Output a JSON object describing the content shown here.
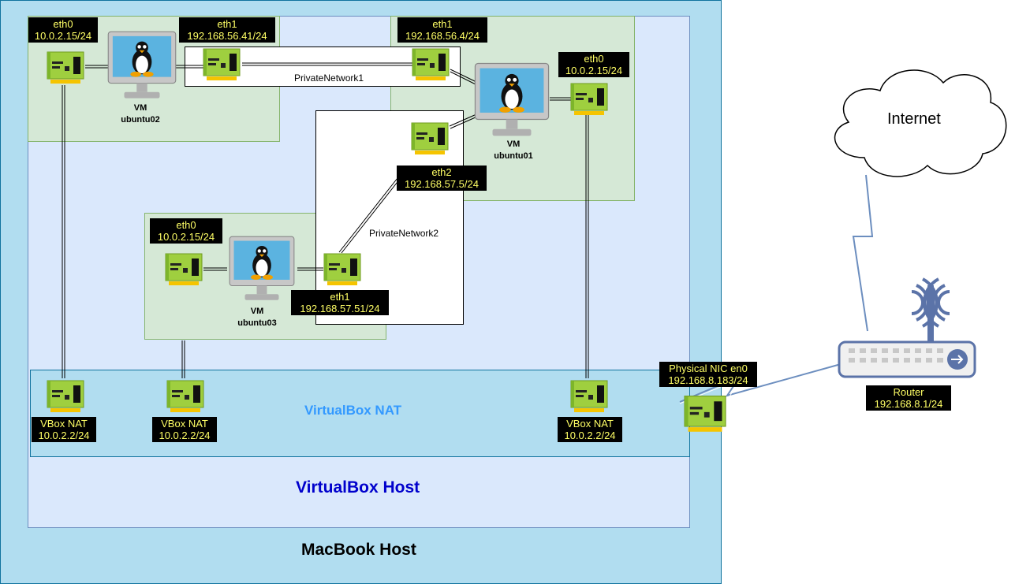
{
  "containers": {
    "macbook_host": "MacBook Host",
    "virtualbox_host": "VirtualBox Host",
    "virtualbox_nat": "VirtualBox NAT",
    "private_network_1": "PrivateNetwork1",
    "private_network_2": "PrivateNetwork2",
    "internet": "Internet"
  },
  "vms": {
    "ubuntu02": {
      "type": "VM",
      "name": "ubuntu02"
    },
    "ubuntu01": {
      "type": "VM",
      "name": "ubuntu01"
    },
    "ubuntu03": {
      "type": "VM",
      "name": "ubuntu03"
    }
  },
  "interfaces": {
    "u02_eth0": {
      "name": "eth0",
      "ip": "10.0.2.15/24"
    },
    "u02_eth1": {
      "name": "eth1",
      "ip": "192.168.56.41/24"
    },
    "u01_eth1": {
      "name": "eth1",
      "ip": "192.168.56.4/24"
    },
    "u01_eth0": {
      "name": "eth0",
      "ip": "10.0.2.15/24"
    },
    "u01_eth2": {
      "name": "eth2",
      "ip": "192.168.57.5/24"
    },
    "u03_eth0": {
      "name": "eth0",
      "ip": "10.0.2.15/24"
    },
    "u03_eth1": {
      "name": "eth1",
      "ip": "192.168.57.51/24"
    }
  },
  "nat": {
    "nat1": {
      "name": "VBox NAT",
      "ip": "10.0.2.2/24"
    },
    "nat2": {
      "name": "VBox NAT",
      "ip": "10.0.2.2/24"
    },
    "nat3": {
      "name": "VBox NAT",
      "ip": "10.0.2.2/24"
    }
  },
  "physical_nic": {
    "name": "Physical NIC en0",
    "ip": "192.168.8.183/24"
  },
  "router": {
    "name": "Router",
    "ip": "192.168.8.1/24"
  },
  "colors": {
    "label_bg": "#000000",
    "label_text": "#ffff66",
    "vm_box": "#d5e8d4",
    "macbook_bg": "#b1ddf0",
    "vbhost_bg": "#dae8fc",
    "nat_text": "#3399ff",
    "host_text": "#0000cc"
  }
}
